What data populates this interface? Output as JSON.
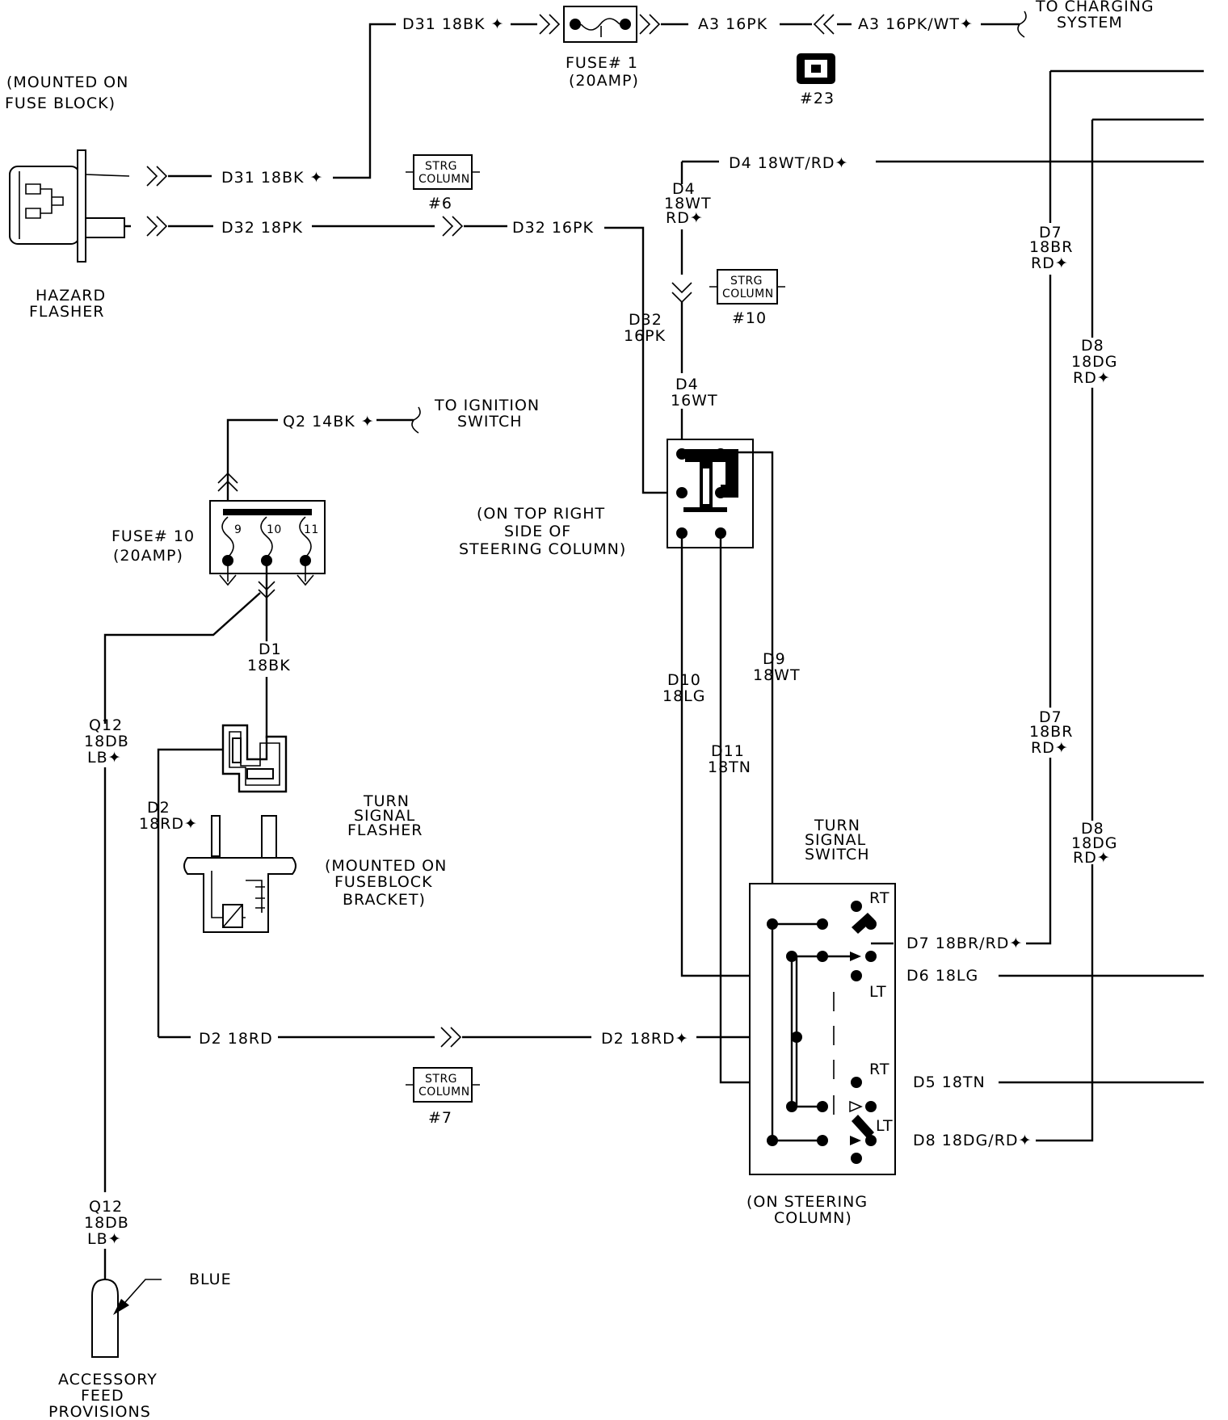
{
  "top": {
    "d31_fuse": "D31 18BK ✦",
    "a3_16pk": "A3 16PK",
    "a3_16pk_wt": "A3 16PK/WT✦",
    "charging": [
      "TO CHARGING",
      "SYSTEM"
    ],
    "fuse1": [
      "FUSE# 1",
      "(20AMP)"
    ],
    "conn23": "#23"
  },
  "hazard": {
    "mount": [
      "(MOUNTED ON",
      "FUSE BLOCK)"
    ],
    "d31": "D31 18BK ✦",
    "d32": "D32 18PK",
    "label": [
      "HAZARD",
      "FLASHER"
    ]
  },
  "steering": {
    "strg6": [
      "STRG",
      "COLUMN",
      "#6"
    ],
    "strg10": [
      "STRG",
      "COLUMN",
      "#10"
    ],
    "strg7": [
      "STRG",
      "COLUMN",
      "#7"
    ],
    "d32_16pk": "D32 16PK",
    "d32_vert": [
      "D32",
      "16PK"
    ],
    "d4_top": "D4 18WT/RD✦",
    "d4_mid": [
      "D4",
      "18WT",
      "RD✦"
    ],
    "d4_low": [
      "D4",
      "16WT"
    ],
    "location": [
      "(ON TOP RIGHT",
      "SIDE OF",
      "STEERING COLUMN)"
    ],
    "d10": [
      "D10",
      "18LG"
    ],
    "d11": [
      "D11",
      "18TN"
    ],
    "d9": [
      "D9",
      "18WT"
    ]
  },
  "ignition": {
    "q2": "Q2 14BK ✦",
    "to": [
      "TO IGNITION",
      "SWITCH"
    ],
    "fuse10": [
      "FUSE# 10",
      "(20AMP)"
    ],
    "pins": [
      "9",
      "10",
      "11"
    ],
    "d1": [
      "D1",
      "18BK"
    ]
  },
  "left_feed": {
    "q12_a": [
      "Q12",
      "18DB",
      "LB✦"
    ],
    "q12_b": [
      "Q12",
      "18DB",
      "LB✦"
    ],
    "d2_vert": [
      "D2",
      "18RD✦"
    ],
    "d2_a": "D2 18RD",
    "d2_b": "D2 18RD✦",
    "blue": "BLUE",
    "accessory": [
      "ACCESSORY",
      "FEED",
      "PROVISIONS"
    ]
  },
  "turn_flasher": {
    "label": [
      "TURN",
      "SIGNAL",
      "FLASHER"
    ],
    "mount": [
      "(MOUNTED ON",
      "FUSEBLOCK",
      "BRACKET)"
    ]
  },
  "turn_switch": {
    "label": [
      "TURN",
      "SIGNAL",
      "SWITCH"
    ],
    "rt1": "RT",
    "lt1": "LT",
    "rt2": "RT",
    "lt2": "LT",
    "d7": "D7 18BR/RD✦",
    "d6": "D6 18LG",
    "d5": "D5 18TN",
    "d8": "D8 18DG/RD✦",
    "location": [
      "(ON STEERING",
      "COLUMN)"
    ]
  },
  "right": {
    "d7_a": [
      "D7",
      "18BR",
      "RD✦"
    ],
    "d8_a": [
      "D8",
      "18DG",
      "RD✦"
    ],
    "d7_b": [
      "D7",
      "18BR",
      "RD✦"
    ],
    "d8_b": [
      "D8",
      "18DG",
      "RD✦"
    ]
  }
}
